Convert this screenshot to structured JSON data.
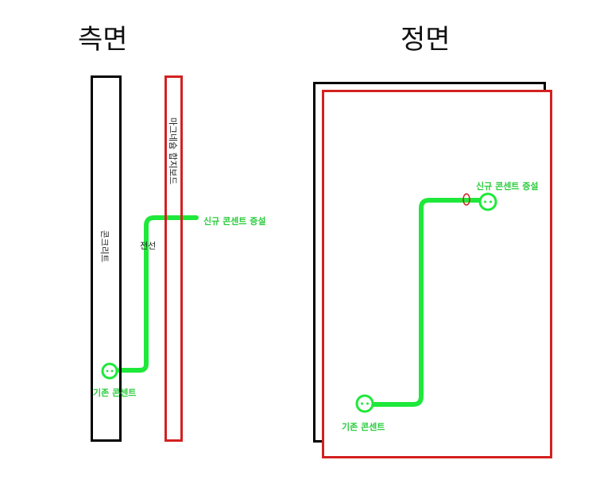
{
  "side_view": {
    "title": "측면",
    "concrete_label": "콘크리트",
    "board_label": "마그네슘 합지보드",
    "wire_label": "전선",
    "new_outlet_label": "신규  콘센트 증설",
    "existing_outlet_label": "기존 콘센트"
  },
  "front_view": {
    "title": "정면",
    "new_outlet_label": "신규  콘센트 증설",
    "existing_outlet_label": "기존 콘센트"
  },
  "colors": {
    "wire": "#1ee83a",
    "board": "#d42020",
    "concrete": "#000000",
    "label_green": "#2ecc40"
  }
}
